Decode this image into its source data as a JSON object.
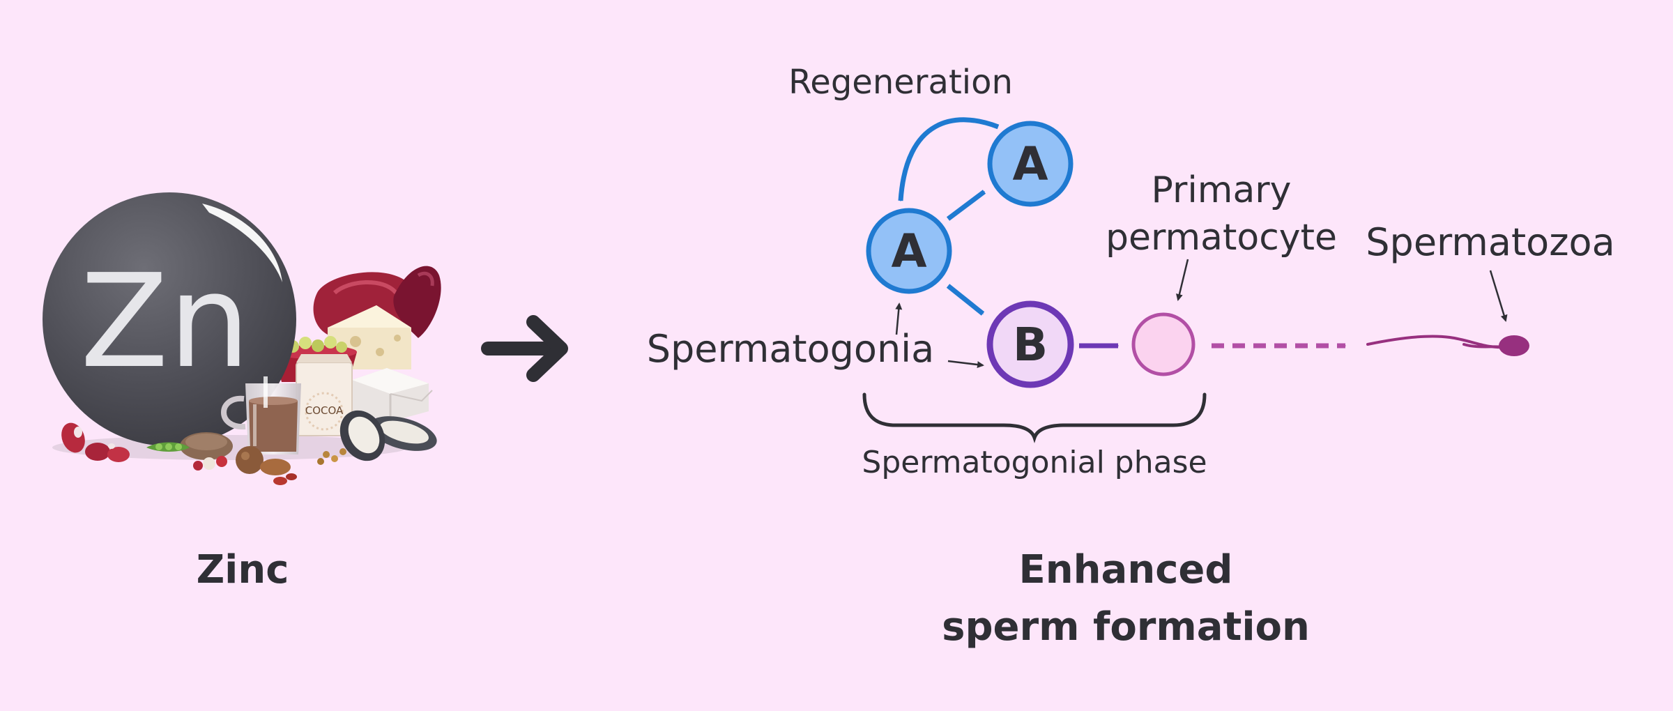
{
  "zinc": {
    "symbol": "Zn",
    "label": "Zinc",
    "cocoa_text": "COCOA"
  },
  "process": {
    "regeneration": "Regeneration",
    "cell_a": "A",
    "cell_b": "B",
    "spermatogonia": "Spermatogonia",
    "primary_line1": "Primary",
    "primary_line2": "permatocyte",
    "spermatozoa": "Spermatozoa",
    "phase": "Spermatogonial phase",
    "result_line1": "Enhanced",
    "result_line2": "sperm formation"
  },
  "colors": {
    "background": "#fde6fa",
    "cell_a_fill": "#93c1f7",
    "cell_a_stroke": "#1f7ad1",
    "cell_b_fill": "#f1d8f7",
    "cell_b_stroke": "#6d38b5",
    "spermatocyte": "#b24fa5",
    "sperm": "#97307f",
    "text": "#2f2f35"
  }
}
